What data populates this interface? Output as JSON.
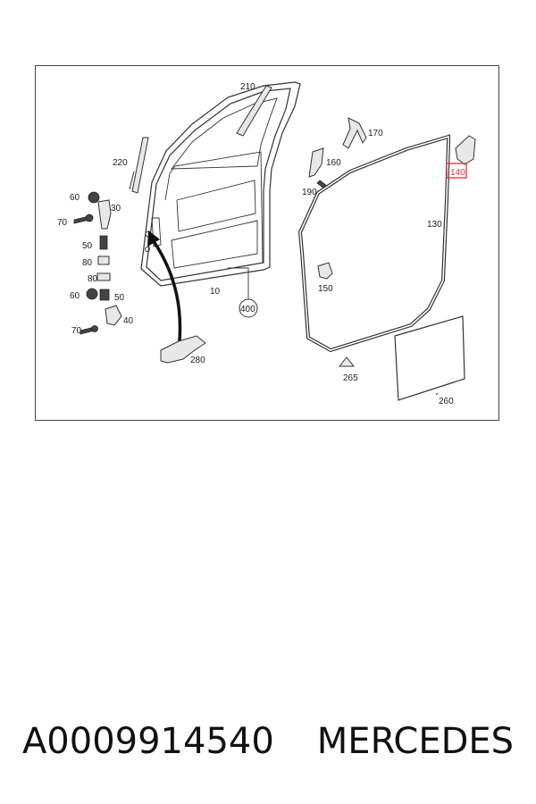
{
  "diagram": {
    "labels": {
      "l210": "210",
      "l220": "220",
      "l170": "170",
      "l160": "160",
      "l190": "190",
      "l140": "140",
      "l130": "130",
      "l60a": "60",
      "l70a": "70",
      "l30": "30",
      "l50a": "50",
      "l80a": "80",
      "l80b": "80",
      "l60b": "60",
      "l50b": "50",
      "l70b": "70",
      "l40": "40",
      "l10": "10",
      "l400": "400",
      "l150": "150",
      "l280": "280",
      "l265": "265",
      "l260": "260"
    },
    "highlight_color": "#e03040"
  },
  "caption": {
    "part_number": "A0009914540",
    "brand": "MERCEDES"
  }
}
